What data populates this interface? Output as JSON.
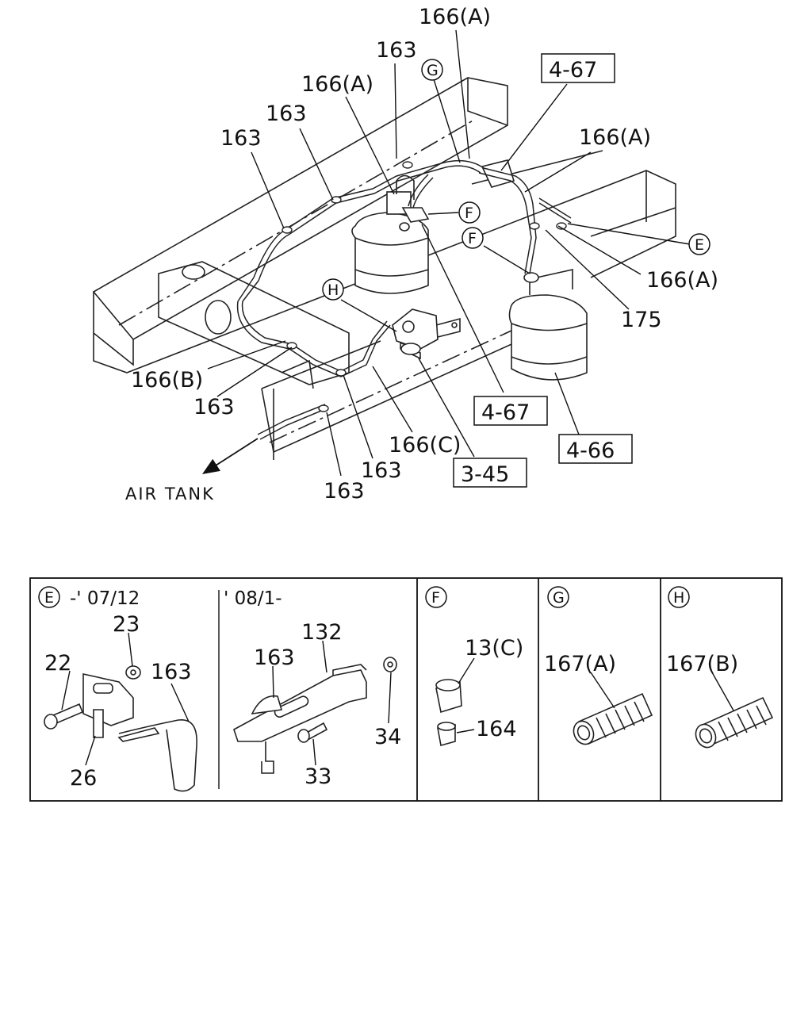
{
  "labels": {
    "l166A_top": "166(A)",
    "l163_top": "163",
    "l166A_mid": "166(A)",
    "l163_b": "163",
    "l163_c": "163",
    "l166A_right": "166(A)",
    "l166A_right2": "166(A)",
    "l175": "175",
    "l166B": "166(B)",
    "l163_d": "163",
    "l166C": "166(C)",
    "l163_e": "163",
    "l163_f": "163",
    "air_tank": "AIR TANK"
  },
  "refs": {
    "r467_top": "4-67",
    "r467_mid": "4-67",
    "r466": "4-66",
    "r345": "3-45"
  },
  "callouts": {
    "G": "G",
    "F1": "F",
    "F2": "F",
    "E": "E",
    "H": "H"
  },
  "panels": {
    "E": {
      "letter": "E",
      "header_a": "-' 07/12",
      "header_b": "' 08/1-",
      "parts": {
        "p23": "23",
        "p22": "22",
        "p163a": "163",
        "p26": "26",
        "p132": "132",
        "p163b": "163",
        "p34": "34",
        "p33": "33"
      }
    },
    "F": {
      "letter": "F",
      "parts": {
        "p13C": "13(C)",
        "p164": "164"
      }
    },
    "G": {
      "letter": "G",
      "parts": {
        "p167A": "167(A)"
      }
    },
    "H": {
      "letter": "H",
      "parts": {
        "p167B": "167(B)"
      }
    }
  }
}
